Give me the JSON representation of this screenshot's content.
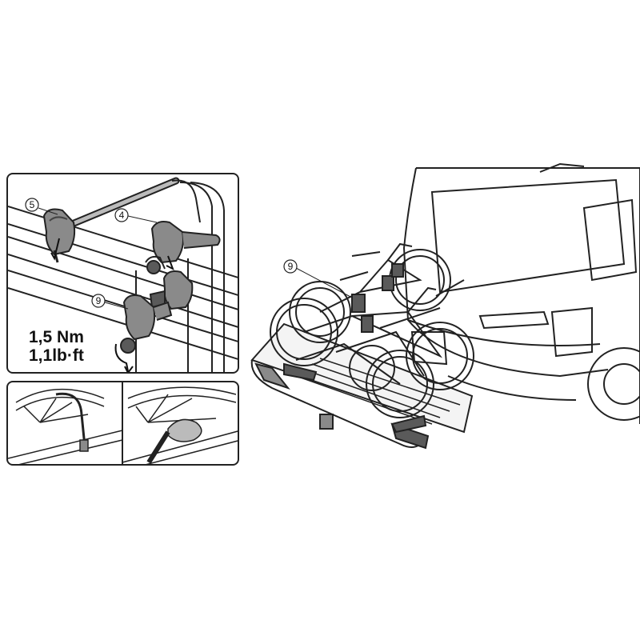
{
  "callouts": {
    "detail_five": "5",
    "detail_four": "4",
    "detail_nine": "9",
    "main_nine": "9"
  },
  "torque": {
    "metric": "1,5 Nm",
    "imperial": "1,1lb·ft"
  },
  "colors": {
    "line": "#222222",
    "part_fill": "#8a8a8a",
    "part_dark": "#5a5a5a",
    "bg": "#ffffff"
  }
}
